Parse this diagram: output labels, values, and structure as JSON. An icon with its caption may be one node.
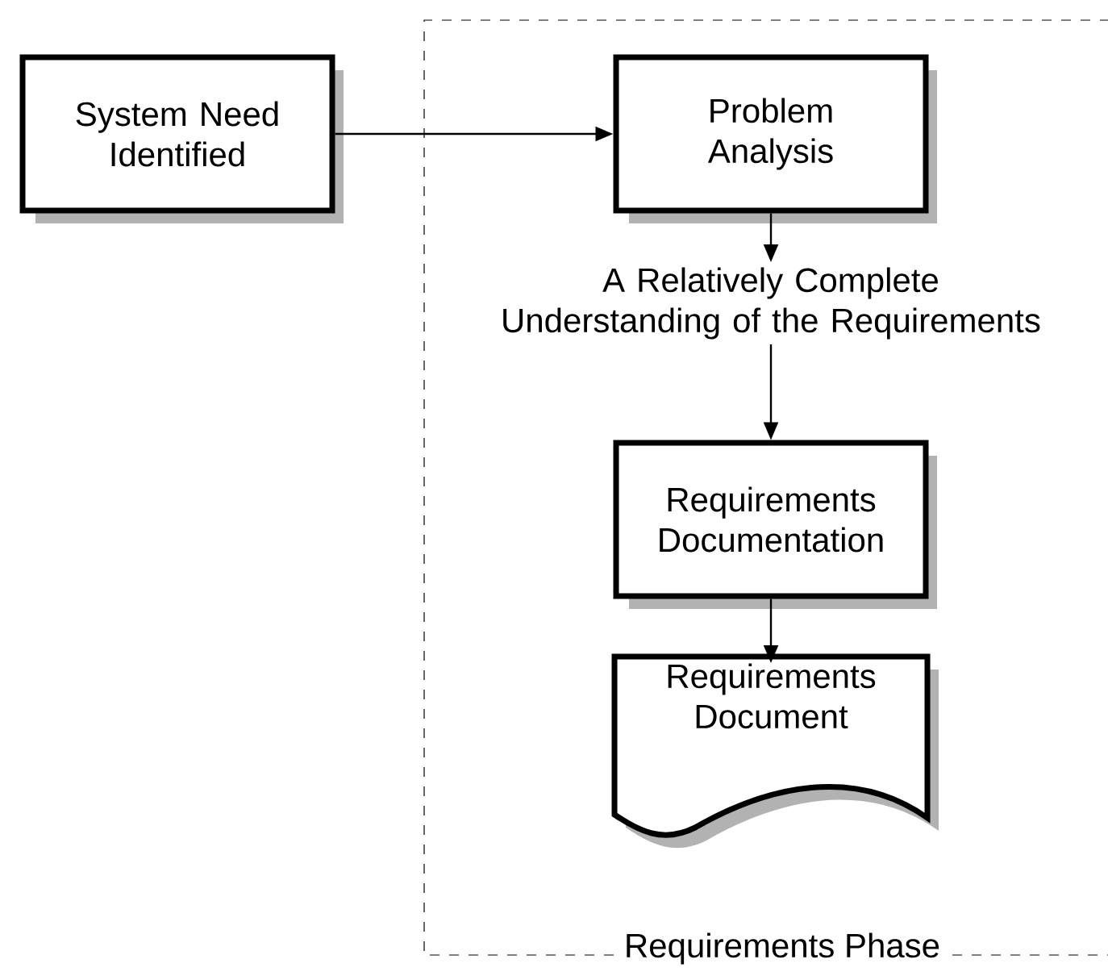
{
  "diagram": {
    "nodes": [
      {
        "text": [
          "System Need Identified"
        ]
      },
      {
        "text": [
          "Requirements Phase"
        ]
      },
      {
        "text": [
          "Problem Analysis"
        ],
        "in": 1
      },
      {
        "text": [
          "A Relatively Complete Understanding of the Requirements"
        ],
        "in": 1
      },
      {
        "text": [
          "Requirements Documentation"
        ],
        "in": 1
      },
      {
        "text": [
          "Requirements Document"
        ],
        "in": 1
      }
    ],
    "edges": [
      {
        "from": 0,
        "to": 2,
        "arrow": "to"
      },
      {
        "from": 2,
        "to": 3,
        "arrow": "to"
      },
      {
        "from": 3,
        "to": 4,
        "arrow": "to"
      },
      {
        "from": 4,
        "to": 5,
        "arrow": "to"
      }
    ]
  }
}
